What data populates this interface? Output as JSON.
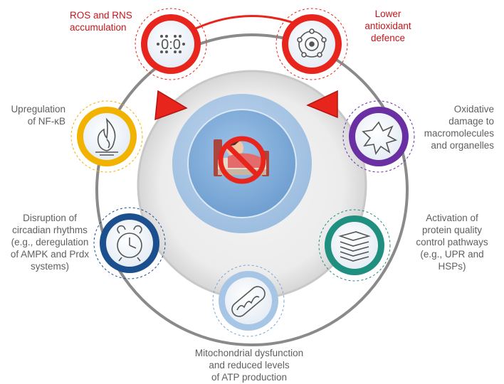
{
  "colors": {
    "red": "#e8251c",
    "purple": "#6a2fa3",
    "teal": "#1f8f80",
    "blue_light": "#a7c6e6",
    "navy": "#1c4f8e",
    "yellow": "#f2b300",
    "label_red": "#c4161c",
    "label_gray": "#5f5f5f"
  },
  "center": {
    "icon": "sleep-deprivation-prohibited-icon"
  },
  "nodes": [
    {
      "id": "ros",
      "icon": "molecules-dots-icon",
      "label_lines": [
        "ROS and RNS",
        "accumulation"
      ]
    },
    {
      "id": "antioxidant",
      "icon": "atom-icon",
      "label_lines": [
        "Lower",
        "antioxidant",
        "defence"
      ]
    },
    {
      "id": "oxidative",
      "icon": "damage-burst-icon",
      "label_lines": [
        "Oxidative",
        "damage to",
        "macromolecules",
        "and organelles"
      ]
    },
    {
      "id": "protein",
      "icon": "folded-layers-icon",
      "label_lines": [
        "Activation of",
        "protein quality",
        "control pathways",
        "(e.g., UPR and",
        "HSPs)"
      ]
    },
    {
      "id": "mito",
      "icon": "mitochondrion-icon",
      "label_lines": [
        "Mitochondrial dysfunction",
        "and reduced levels",
        "of ATP production"
      ]
    },
    {
      "id": "circadian",
      "icon": "alarm-clock-icon",
      "label_lines": [
        "Disruption of",
        "circadian rhythms",
        "(e.g., deregulation",
        "of AMPK and Prdx",
        "systems)"
      ]
    },
    {
      "id": "nfkb",
      "icon": "flame-icon",
      "label_lines": [
        "Upregulation",
        "of NF-κB"
      ]
    }
  ]
}
